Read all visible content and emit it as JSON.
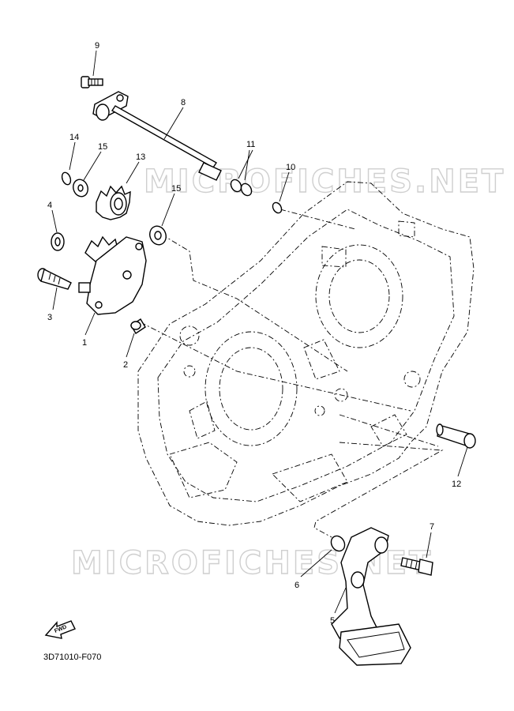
{
  "callouts": {
    "c1": "1",
    "c2": "2",
    "c3": "3",
    "c4": "4",
    "c5": "5",
    "c6": "6",
    "c7": "7",
    "c8": "8",
    "c9": "9",
    "c10": "10",
    "c11": "11",
    "c12": "12",
    "c13": "13",
    "c14": "14",
    "c15a": "15",
    "c15b": "15"
  },
  "watermark": {
    "top": "MICROFICHES.NET",
    "bottom": "MICROFICHES.NET"
  },
  "fwd_label": "FWD",
  "figure_code": "3D71010-F070",
  "colors": {
    "line": "#000000",
    "watermark": "#cfcfcf",
    "background": "#ffffff"
  }
}
